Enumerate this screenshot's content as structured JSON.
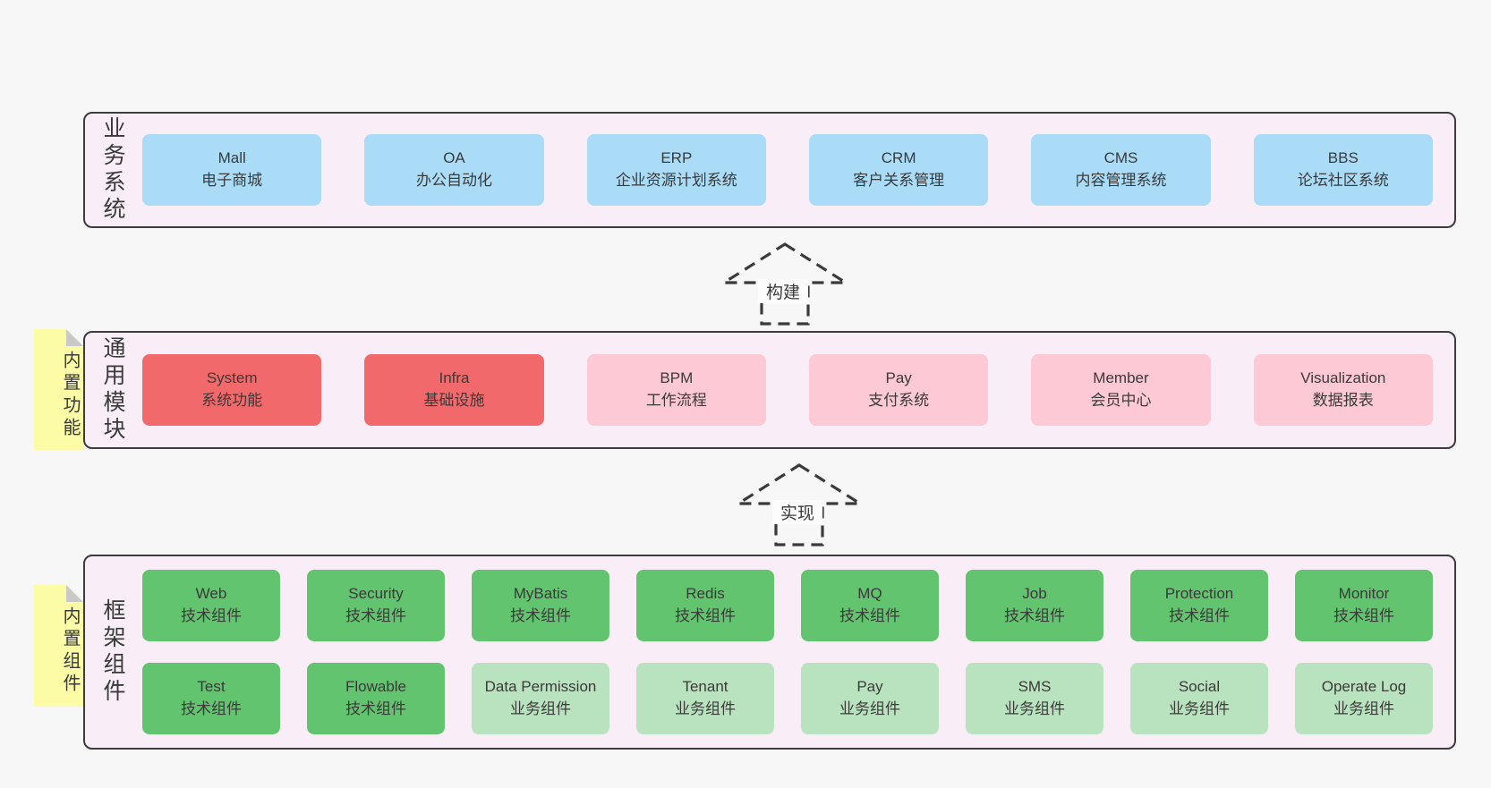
{
  "colors": {
    "page_bg": "#f7f7f7",
    "container_bg": "#f9eef8",
    "border": "#3c3c3c",
    "blue": "#aadcf7",
    "red": "#f2696b",
    "pink": "#fcc9d4",
    "green": "#62c46e",
    "light_green": "#b9e3be",
    "note_yellow": "#fbfca5",
    "note_fold": "#c9c9c9",
    "text": "#3a3a3a"
  },
  "arrows": [
    {
      "label": "构建",
      "direction": "up"
    },
    {
      "label": "实现",
      "direction": "up"
    }
  ],
  "sections": {
    "business": {
      "side_label": "业务系统",
      "boxes": [
        {
          "en": "Mall",
          "zh": "电子商城",
          "variant": "blue"
        },
        {
          "en": "OA",
          "zh": "办公自动化",
          "variant": "blue"
        },
        {
          "en": "ERP",
          "zh": "企业资源计划系统",
          "variant": "blue"
        },
        {
          "en": "CRM",
          "zh": "客户关系管理",
          "variant": "blue"
        },
        {
          "en": "CMS",
          "zh": "内容管理系统",
          "variant": "blue"
        },
        {
          "en": "BBS",
          "zh": "论坛社区系统",
          "variant": "blue"
        }
      ]
    },
    "modules": {
      "side_label": "通用模块",
      "note": "内置功能",
      "boxes": [
        {
          "en": "System",
          "zh": "系统功能",
          "variant": "red"
        },
        {
          "en": "Infra",
          "zh": "基础设施",
          "variant": "red"
        },
        {
          "en": "BPM",
          "zh": "工作流程",
          "variant": "pink"
        },
        {
          "en": "Pay",
          "zh": "支付系统",
          "variant": "pink"
        },
        {
          "en": "Member",
          "zh": "会员中心",
          "variant": "pink"
        },
        {
          "en": "Visualization",
          "zh": "数据报表",
          "variant": "pink"
        }
      ]
    },
    "components": {
      "side_label": "框架组件",
      "note": "内置组件",
      "row1": [
        {
          "en": "Web",
          "zh": "技术组件",
          "variant": "green"
        },
        {
          "en": "Security",
          "zh": "技术组件",
          "variant": "green"
        },
        {
          "en": "MyBatis",
          "zh": "技术组件",
          "variant": "green"
        },
        {
          "en": "Redis",
          "zh": "技术组件",
          "variant": "green"
        },
        {
          "en": "MQ",
          "zh": "技术组件",
          "variant": "green"
        },
        {
          "en": "Job",
          "zh": "技术组件",
          "variant": "green"
        },
        {
          "en": "Protection",
          "zh": "技术组件",
          "variant": "green"
        },
        {
          "en": "Monitor",
          "zh": "技术组件",
          "variant": "green"
        }
      ],
      "row2": [
        {
          "en": "Test",
          "zh": "技术组件",
          "variant": "green"
        },
        {
          "en": "Flowable",
          "zh": "技术组件",
          "variant": "green"
        },
        {
          "en": "Data Permission",
          "zh": "业务组件",
          "variant": "lgreen"
        },
        {
          "en": "Tenant",
          "zh": "业务组件",
          "variant": "lgreen"
        },
        {
          "en": "Pay",
          "zh": "业务组件",
          "variant": "lgreen"
        },
        {
          "en": "SMS",
          "zh": "业务组件",
          "variant": "lgreen"
        },
        {
          "en": "Social",
          "zh": "业务组件",
          "variant": "lgreen"
        },
        {
          "en": "Operate Log",
          "zh": "业务组件",
          "variant": "lgreen"
        }
      ]
    }
  }
}
